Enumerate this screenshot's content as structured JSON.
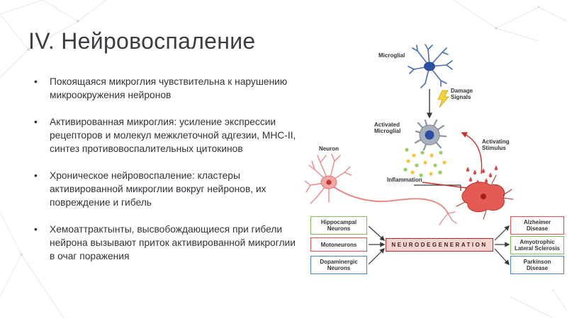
{
  "slide": {
    "title": "IV. Нейровоспаление",
    "bullets": [
      "Покоящаяся микроглия чувствительна к нарушению микроокружения нейронов",
      "Активированная микроглия: усиление экспрессии рецепторов и молекул межклеточной адгезии, MHC-II, синтез противовоспалительных цитокинов",
      "Хроническое нейровоспаление: кластеры активированной микроглии вокруг нейронов, их повреждение и гибель",
      "Хемоаттрактынты, высвобождающиеся при гибели нейрона вызывают приток активированной микроглии в очаг поражения"
    ]
  },
  "figure": {
    "labels": {
      "microglial": "Microglial",
      "damage_signals_1": "Damage",
      "damage_signals_2": "Signals",
      "activated_microglial_1": "Activated",
      "activated_microglial_2": "Microglial",
      "activating_stimulus_1": "Activating",
      "activating_stimulus_2": "Stimulus",
      "neuron": "Neuron",
      "inflammation": "Inflammation"
    },
    "left_boxes": [
      {
        "line1": "Hippocampal",
        "line2": "Neurons"
      },
      {
        "line1": "Motoneurons",
        "line2": ""
      },
      {
        "line1": "Dopaminergic",
        "line2": "Neurons"
      }
    ],
    "center_box": "NEURODEGENERATION",
    "right_boxes": [
      {
        "line1": "Alzheimer",
        "line2": "Disease"
      },
      {
        "line1": "Amyotrophic",
        "line2": "Lateral Sclerosis"
      },
      {
        "line1": "Parkinson",
        "line2": "Disease"
      }
    ],
    "colors": {
      "left_box_borders": [
        "#7dbb5b",
        "#d9534f",
        "#4a86c5"
      ],
      "right_box_borders": [
        "#d9534f",
        "#7dbb5b",
        "#4a86c5"
      ],
      "center_box_fill": "#f7d4cf",
      "center_box_border": "#b52a2a"
    }
  }
}
